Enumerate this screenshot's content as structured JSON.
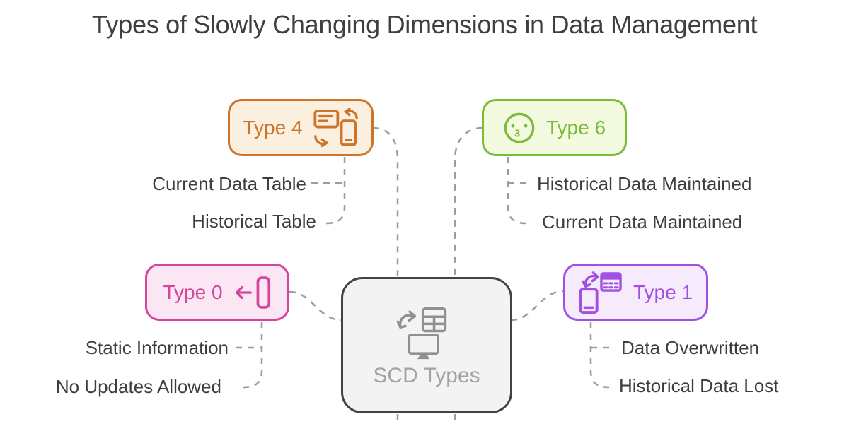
{
  "title": "Types of Slowly Changing Dimensions in Data Management",
  "diagram": {
    "center": {
      "label": "SCD Types",
      "icon": "monitor-sync-table-icon",
      "border_color": "#404348",
      "bg_color": "#F3F3F4",
      "text_color": "#A2A3A6"
    },
    "connector_color": "#9A9C9E",
    "branches": [
      {
        "id": "type4",
        "label": "Type 4",
        "icon": "card-phone-sync-icon",
        "color": "#CE7429",
        "bg_color": "#FBEFDF",
        "children": [
          "Current Data Table",
          "Historical Table"
        ]
      },
      {
        "id": "type6",
        "label": "Type 6",
        "icon": "face-with-3-icon",
        "icon_glyph": "3",
        "color": "#7CBB3A",
        "bg_color": "#F3FADF",
        "children": [
          "Historical Data Maintained",
          "Current Data Maintained"
        ]
      },
      {
        "id": "type0",
        "label": "Type 0",
        "icon": "arrow-into-column-icon",
        "color": "#D4459C",
        "bg_color": "#FBE6F4",
        "children": [
          "Static Information",
          "No Updates Allowed"
        ]
      },
      {
        "id": "type1",
        "label": "Type 1",
        "icon": "phone-to-table-icon",
        "color": "#A250E2",
        "bg_color": "#F6EBFD",
        "children": [
          "Data Overwritten",
          "Historical Data Lost"
        ]
      }
    ]
  }
}
